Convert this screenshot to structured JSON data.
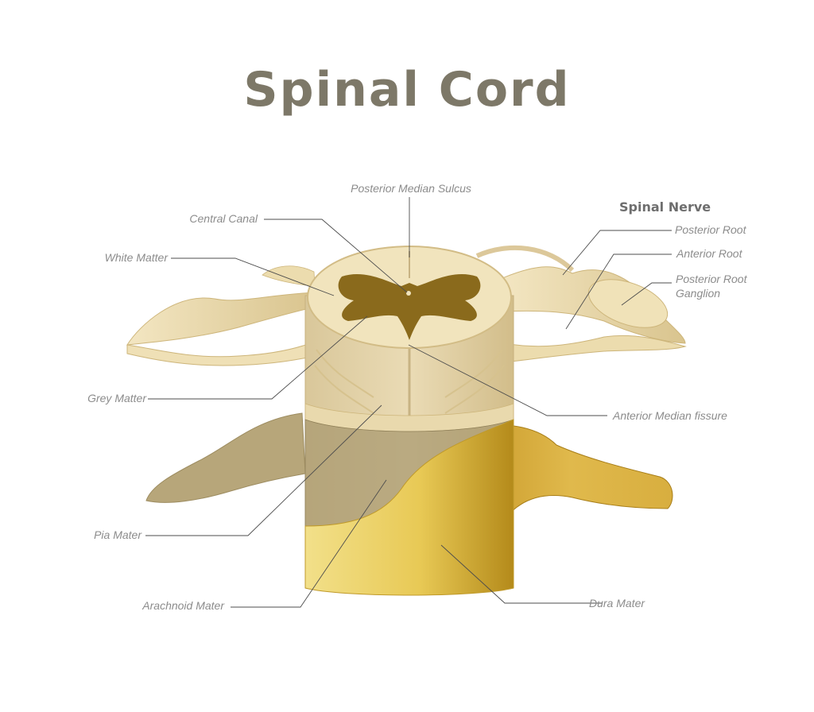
{
  "title": "Spinal Cord",
  "colors": {
    "title": "#7d7868",
    "white_matter": "#f0e2b8",
    "grey_matter": "#8a6a1c",
    "pia_layer": "#e9d9ad",
    "arachnoid": "#a99a70",
    "dura_mater": "#e3bf42",
    "label_text": "#8c8c8c",
    "leader_line": "#4d4d4d"
  },
  "labels": {
    "posterior_median_sulcus": "Posterior Median Sulcus",
    "central_canal": "Central Canal",
    "white_matter": "White Matter",
    "grey_matter": "Grey Matter",
    "pia_mater": "Pia Mater",
    "arachnoid_mater": "Arachnoid Mater",
    "dura_mater": "Dura Mater",
    "anterior_median_fissure": "Anterior Median fissure",
    "spinal_nerve": "Spinal Nerve",
    "posterior_root": "Posterior Root",
    "anterior_root": "Anterior Root",
    "posterior_root_ganglion_line1": "Posterior Root",
    "posterior_root_ganglion_line2": "Ganglion"
  }
}
